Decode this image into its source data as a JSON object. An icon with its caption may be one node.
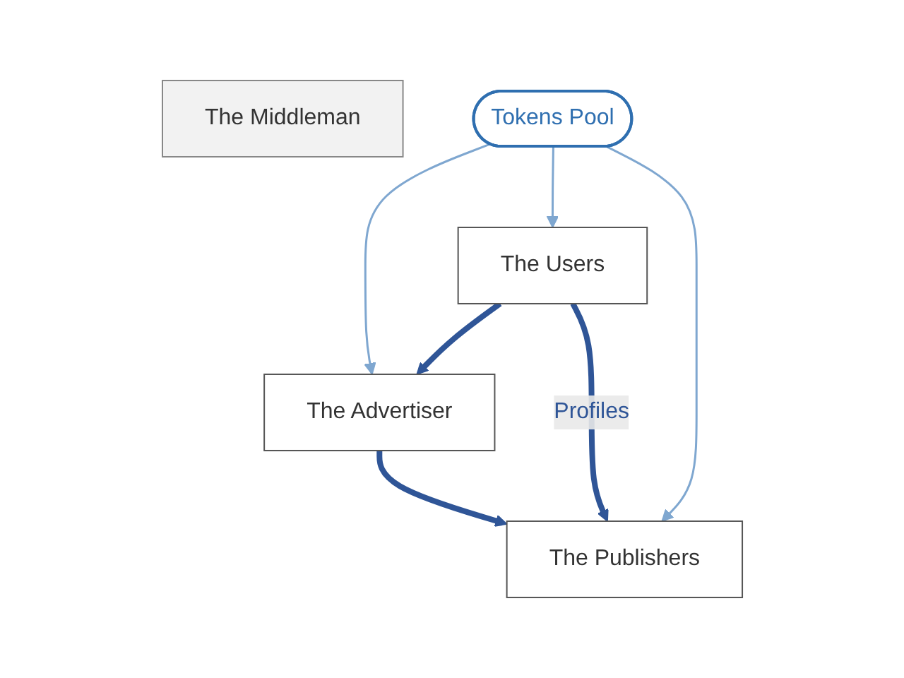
{
  "diagram": {
    "nodes": [
      {
        "text": [
          "The Middleman"
        ]
      },
      {
        "text": [
          "The Publishers"
        ]
      },
      {
        "text": [
          "Tokens Pool"
        ]
      },
      {
        "text": [
          "The Advertiser"
        ]
      },
      {
        "text": [
          "The Users"
        ]
      }
    ],
    "edges": [
      {
        "from": 3,
        "to": 1,
        "arrow": "to",
        "style": "thick",
        "color": "#2f5597"
      },
      {
        "from": 4,
        "to": 1,
        "arrow": "to",
        "label": "Profiles",
        "style": "thick",
        "color": "#2f5597"
      },
      {
        "from": 2,
        "to": 1,
        "arrow": "to"
      },
      {
        "from": 2,
        "to": 3,
        "arrow": "to"
      },
      {
        "from": 2,
        "to": 4,
        "arrow": "to"
      },
      {
        "from": 4,
        "to": 3,
        "arrow": "to",
        "style": "thick",
        "color": "#2f5597"
      }
    ]
  }
}
